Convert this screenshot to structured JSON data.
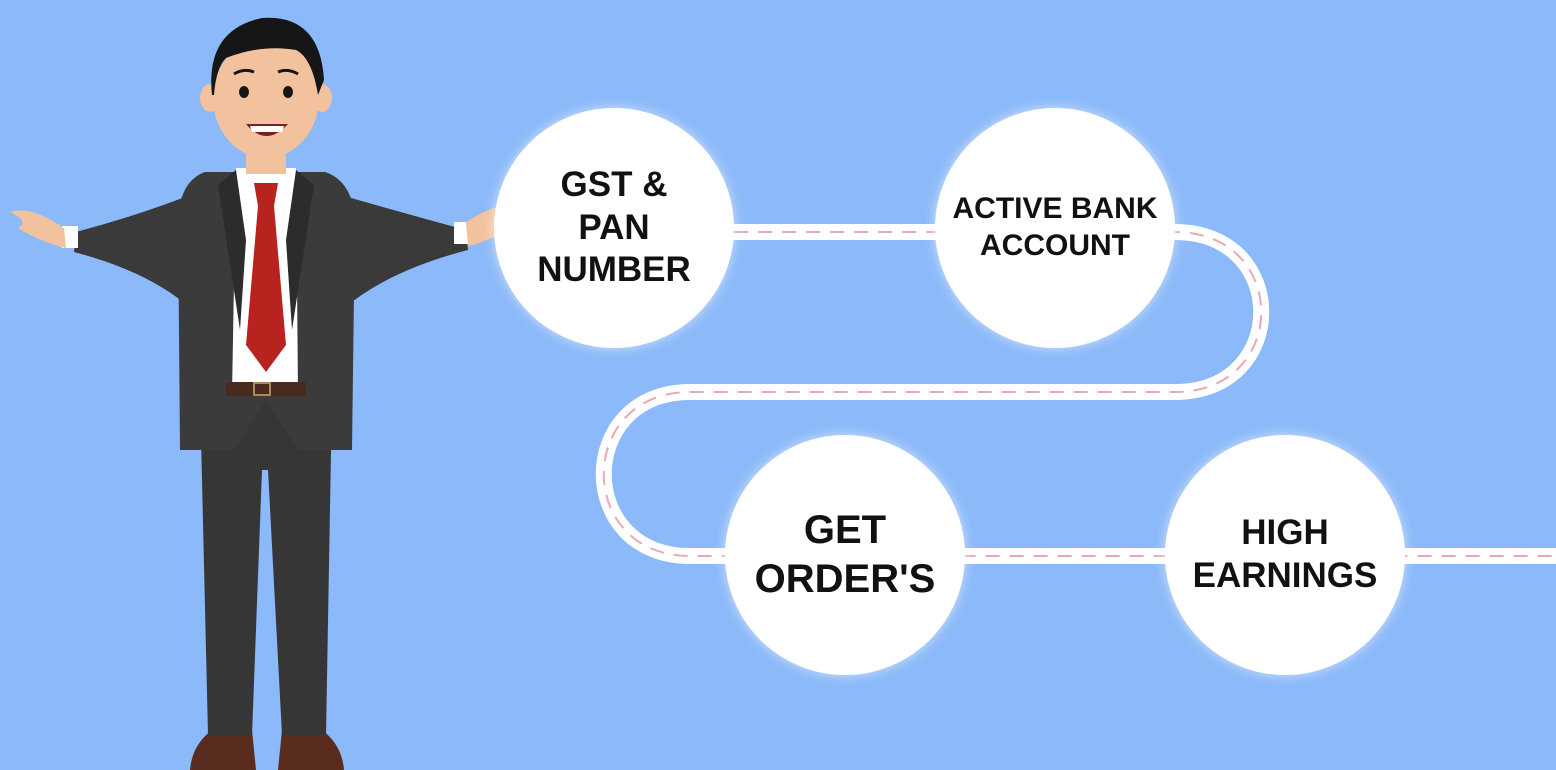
{
  "colors": {
    "background": "#8bb9f9",
    "path": "#ffffff",
    "path_dash": "#e7a9b5",
    "suit": "#3a3a3a",
    "tie": "#b8221f",
    "skin": "#f2c29f"
  },
  "illustration": {
    "figure": "businessman-presenting"
  },
  "steps": [
    {
      "label": "GST &\nPAN\nNUMBER"
    },
    {
      "label": "ACTIVE BANK\nACCOUNT"
    },
    {
      "label": "GET\nORDER'S"
    },
    {
      "label": "HIGH\nEARNINGS"
    }
  ]
}
